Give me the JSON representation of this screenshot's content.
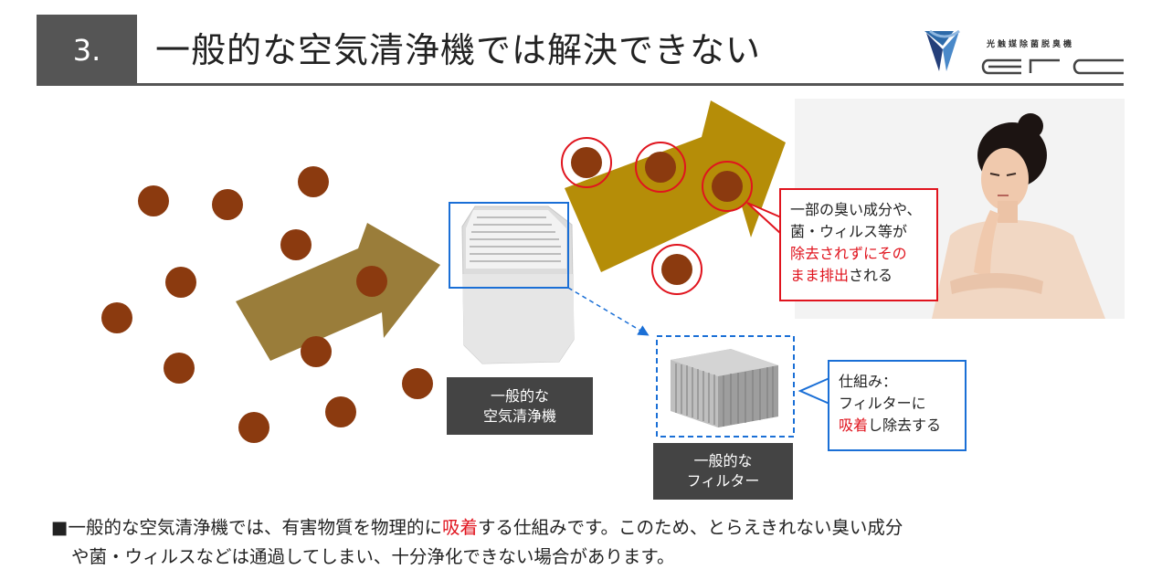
{
  "slide": {
    "number": "3.",
    "title": "一般的な空気清浄機では解決できない"
  },
  "logo": {
    "tagline": "光触媒除菌脱臭機",
    "brand": "arc"
  },
  "labels": {
    "purifier_line1": "一般的な",
    "purifier_line2": "空気清浄機",
    "filter_line1": "一般的な",
    "filter_line2": "フィルター"
  },
  "callout_red": {
    "line1": "一部の臭い成分や、",
    "line2": "菌・ウィルス等が",
    "line3_red": "除去されずにその",
    "line4_red": "まま排出",
    "line4_rest": "される"
  },
  "callout_blue": {
    "line1": "仕組み：",
    "line2": "フィルターに",
    "line3_red": "吸着",
    "line3_rest": "し除去する"
  },
  "footer": {
    "bullet": "■",
    "line1_a": "一般的な空気清浄機では、有害物質を物理的に",
    "line1_red": "吸着",
    "line1_b": "する仕組みです。このため、とらえきれない臭い成分",
    "line2": "や菌・ウィルスなどは通過してしまい、十分浄化できない場合があります。"
  },
  "colors": {
    "particle": "#8b3a0f",
    "arrow_left": "#9a7d3a",
    "arrow_right": "#b58d08",
    "accent_red": "#e0141e",
    "accent_blue": "#1a6fd6",
    "dark_label": "#444444"
  },
  "icons": [
    "particle-icon",
    "air-purifier-icon",
    "filter-icon",
    "flow-arrow-icon",
    "logo-mark-icon"
  ]
}
